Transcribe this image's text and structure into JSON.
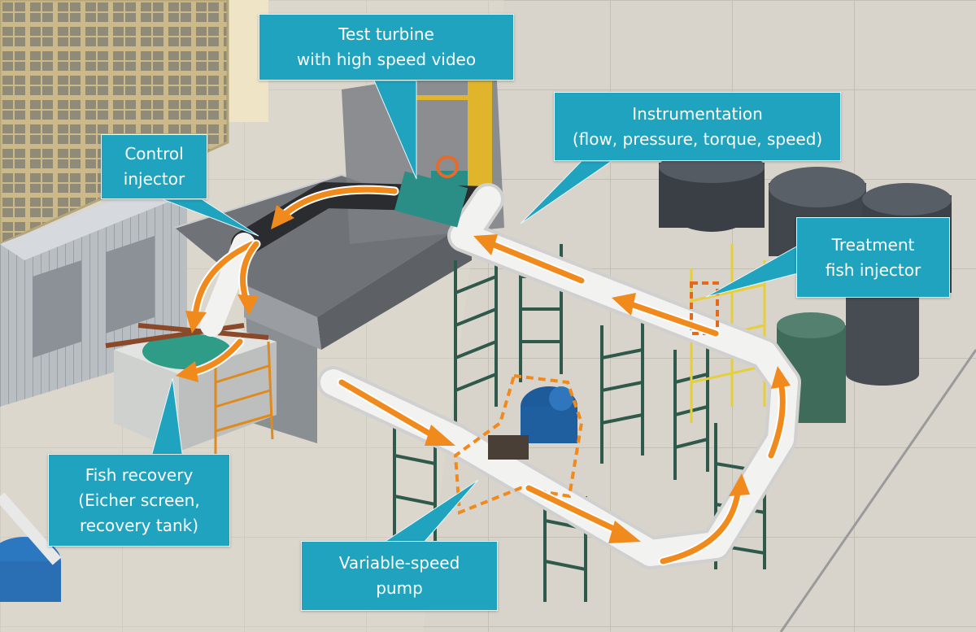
{
  "callouts": {
    "test_turbine": {
      "line1": "Test turbine",
      "line2": "with high speed video"
    },
    "instrumentation": {
      "line1": "Instrumentation",
      "line2": "(flow, pressure, torque, speed)"
    },
    "control_injector": {
      "line1": "Control",
      "line2": "injector"
    },
    "treatment_injector": {
      "line1": "Treatment",
      "line2": "fish injector"
    },
    "fish_recovery": {
      "line1": "Fish recovery",
      "line2": "(Eicher screen,",
      "line3": "recovery tank)"
    },
    "pump": {
      "line1": "Variable-speed",
      "line2": "pump"
    }
  },
  "colors": {
    "callout_fill": "#1fa3be",
    "flow_arrow": "#f08a1c",
    "pipe": "#f2f2f0",
    "scaffold": "#2f5a4b",
    "ground": "#d9d5cc"
  }
}
